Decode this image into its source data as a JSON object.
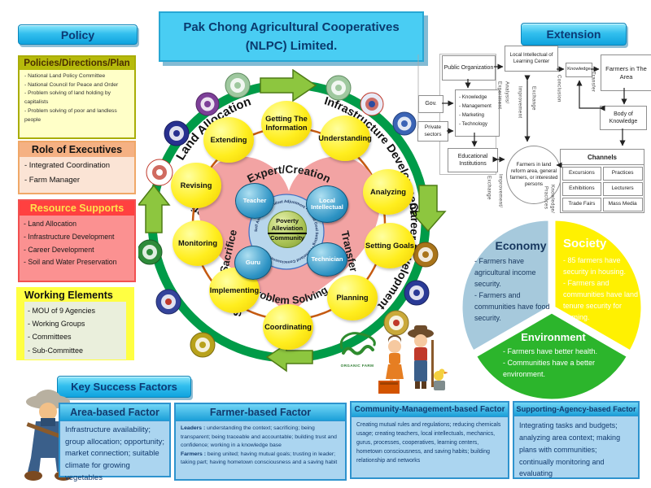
{
  "title": {
    "line1": "Pak Chong Agricultural Cooperatives",
    "line2": "(NLPC) Limited."
  },
  "buttons": {
    "policy": "Policy",
    "extension": "Extension",
    "key_success": "Key Success Factors"
  },
  "left_panel": {
    "policies": {
      "title": "Policies/Directions/Plan",
      "items": [
        "- National Land Policy Committee",
        "- National Council for Peace and Order",
        "- Problem solving of land holding by capitalists",
        "- Problem solving of poor and landless people"
      ]
    },
    "executives": {
      "title": "Role of Executives",
      "items": [
        "- Integrated Coordination",
        "- Farm Manager"
      ]
    },
    "resources": {
      "title": "Resource Supports",
      "items": [
        "- Land Allocation",
        "- Infrastructure Development",
        "- Career Development",
        "- Soil and Water Preservation"
      ]
    },
    "working": {
      "title": "Working Elements",
      "items": [
        "- MOU of 9 Agencies",
        "- Working Groups",
        "- Committees",
        "- Sub-Committee"
      ]
    }
  },
  "cycle": {
    "ring_labels": [
      "Land Allocation",
      "Infrastructure Development",
      "Career Development",
      "Soil and Water Preservation"
    ],
    "steps": [
      "Getting The Information",
      "Understanding",
      "Analyzing",
      "Setting Goals",
      "Planning",
      "Coordinating",
      "Implementing",
      "Monitoring",
      "Revising",
      "Extending"
    ],
    "heart": {
      "top": "Expert/Creation",
      "left": "Sacrifice",
      "right": "Transfer",
      "bottom": "Problem Solving"
    },
    "actors": [
      "Teacher",
      "Local Intellectual",
      "Guru",
      "Technician"
    ],
    "values_ring": "Self Analysis • Mindset Adjustment • Mutual Goal Setting • Homeland Consciousness •",
    "center": [
      "Poverty",
      "Alleviation",
      "Community"
    ],
    "organic_farm": "ORGANIC FARM"
  },
  "flowchart": {
    "boxes": {
      "public_org": "Public Organization",
      "local_center": "Local Intellectual of Learning Center",
      "knowledge": "Knowledge",
      "farmers_area": "Farmers in The Area",
      "body_knowledge": "Body of Knowledge",
      "gov": "Gov.",
      "private": "Private sectors",
      "knowledge_list": [
        "- Knowledge",
        "- Management",
        "- Marketing",
        "- Technology"
      ],
      "edu": "Educational Institutions",
      "ellipse": "Farmers in land reform area, general farmers, or interested persons",
      "channels_title": "Channels",
      "channels": [
        "Excursions",
        "Practices",
        "Exhibitions",
        "Lecturers",
        "Trade Fairs",
        "Mass Media"
      ]
    },
    "labels": {
      "analysis": "Analysis/",
      "experiment": "Experiment",
      "conclusion": "Conclusion",
      "transfer": "Transfer",
      "improvement": "Improvement",
      "exchange": "Exchange",
      "exchange2": "Exchange",
      "improvement2": "Improvement/",
      "knowledge2": "Knowledge/",
      "practices2": "Practices"
    }
  },
  "outcomes": {
    "economy": {
      "title": "Economy",
      "items": [
        "- Farmers have agricultural income security.",
        "- Farmers and communities have food security."
      ]
    },
    "society": {
      "title": "Society",
      "items": [
        "- 85 farmers have security in housing.",
        "- Farmers and communities have land tenure security for farming."
      ]
    },
    "environment": {
      "title": "Environment",
      "items": [
        "- Farmers have better health.",
        "- Communities have a better environment."
      ]
    }
  },
  "success_factors": {
    "area": {
      "title": "Area-based Factor",
      "body": "Infrastructure availability; group allocation; opportunity; market connection; suitable climate for growing vegetables"
    },
    "farmer": {
      "title": "Farmer-based Factor",
      "leaders_label": "Leaders :",
      "leaders": "understanding the context; sacrificing; being transparent; being traceable and accountable; building trust and confidence; working in a knowledge base",
      "farmers_label": "Farmers :",
      "farmers": "being united; having mutual goals; trusting in leader; taking part; having hometown consciousness and a saving habit"
    },
    "community": {
      "title": "Community-Management-based Factor",
      "body": "Creating mutual rules and regulations; reducing chemicals usage; creating teachers, local intellectuals, mechanics, gurus, processes, cooperatives, learning centers, hometown consciousness, and saving habits; building relationship and networks"
    },
    "supporting": {
      "title": "Supporting-Agency-based Factor",
      "body": "Integrating tasks and budgets; analyzing area context; making plans with communities; continually monitoring and evaluating"
    }
  },
  "colors": {
    "accent_cyan": "#29B8EC",
    "ring_green": "#00A651",
    "arrow_green": "#8DC63F",
    "heart_pink": "#F2A3A3",
    "step_yellow": "#FFEE00",
    "economy_blue": "#A6C9DC",
    "society_yellow": "#FFF101",
    "environment_green": "#2CB52C"
  }
}
